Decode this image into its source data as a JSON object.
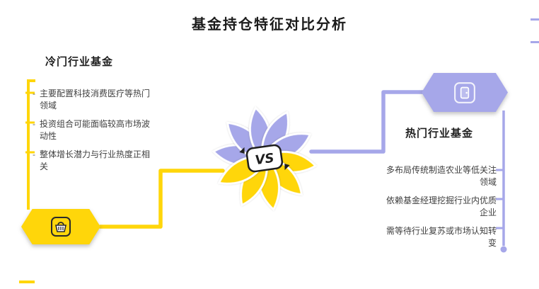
{
  "title": "基金持仓特征对比分析",
  "center": {
    "vs_label": "VS"
  },
  "left": {
    "heading": "冷门行业基金",
    "bullets": [
      "主要配置科技消费医疗等热门领域",
      "投资组合可能面临较高市场波动性",
      "整体增长潜力与行业热度正相关"
    ],
    "badge_icon": "basket-icon",
    "accent_color": "#FFD60A"
  },
  "right": {
    "heading": "热门行业基金",
    "bullets": [
      "多布局传统制造农业等低关注领域",
      "依赖基金经理挖掘行业内优质企业",
      "需等待行业复苏或市场认知转变"
    ],
    "badge_icon": "door-icon",
    "accent_color": "#A6A7E9"
  },
  "colors": {
    "yellow": "#FFD60A",
    "purple": "#A6A7E9",
    "title_text": "#1B1B1B",
    "body_text": "#404040",
    "background": "#FFFFFF"
  }
}
